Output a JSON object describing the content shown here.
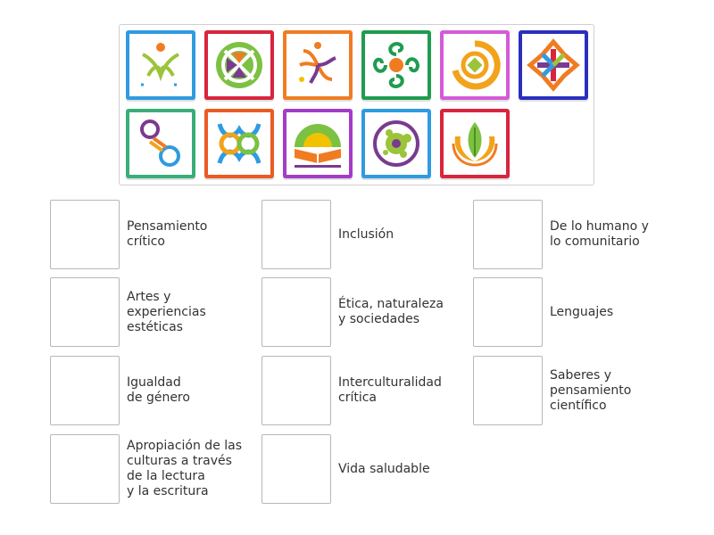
{
  "tiles": [
    {
      "id": "t1",
      "name": "tile-yellow-figure",
      "border": "#2f9be0",
      "icon": "pensamiento-critico-icon"
    },
    {
      "id": "t2",
      "name": "tile-green-circle-cross",
      "border": "#d8253d",
      "icon": "inclusion-icon"
    },
    {
      "id": "t3",
      "name": "tile-orange-figures",
      "border": "#f07c22",
      "icon": "humano-comunitario-icon"
    },
    {
      "id": "t4",
      "name": "tile-green-spirals",
      "border": "#1f9c4f",
      "icon": "artes-icon"
    },
    {
      "id": "t5",
      "name": "tile-orange-spiral",
      "border": "#d45ad8",
      "icon": "etica-naturaleza-icon"
    },
    {
      "id": "t6",
      "name": "tile-star-knot",
      "border": "#2a2fbd",
      "icon": "lenguajes-icon"
    },
    {
      "id": "t7",
      "name": "tile-purple-chain",
      "border": "#3aae78",
      "icon": "igualdad-genero-icon"
    },
    {
      "id": "t8",
      "name": "tile-interlocked-arcs",
      "border": "#ea5b23",
      "icon": "interculturalidad-icon"
    },
    {
      "id": "t9",
      "name": "tile-book-fan",
      "border": "#a33cc6",
      "icon": "lectura-escritura-icon"
    },
    {
      "id": "t10",
      "name": "tile-splash-circle",
      "border": "#2f9be0",
      "icon": "saberes-cientifico-icon"
    },
    {
      "id": "t11",
      "name": "tile-leaf-hands",
      "border": "#d8253d",
      "icon": "vida-saludable-icon"
    }
  ],
  "targets": [
    {
      "label": "Pensamiento\ncrítico"
    },
    {
      "label": "Inclusión"
    },
    {
      "label": "De lo humano y\nlo comunitario"
    },
    {
      "label": "Artes y\nexperiencias\nestéticas"
    },
    {
      "label": "Ética, naturaleza\ny sociedades"
    },
    {
      "label": "Lenguajes"
    },
    {
      "label": "Igualdad\nde género"
    },
    {
      "label": "Interculturalidad\ncrítica"
    },
    {
      "label": "Saberes y\npensamiento\ncientífico"
    },
    {
      "label": "Apropiación de las\nculturas a través\nde la lectura\ny la escritura"
    },
    {
      "label": "Vida saludable"
    }
  ]
}
